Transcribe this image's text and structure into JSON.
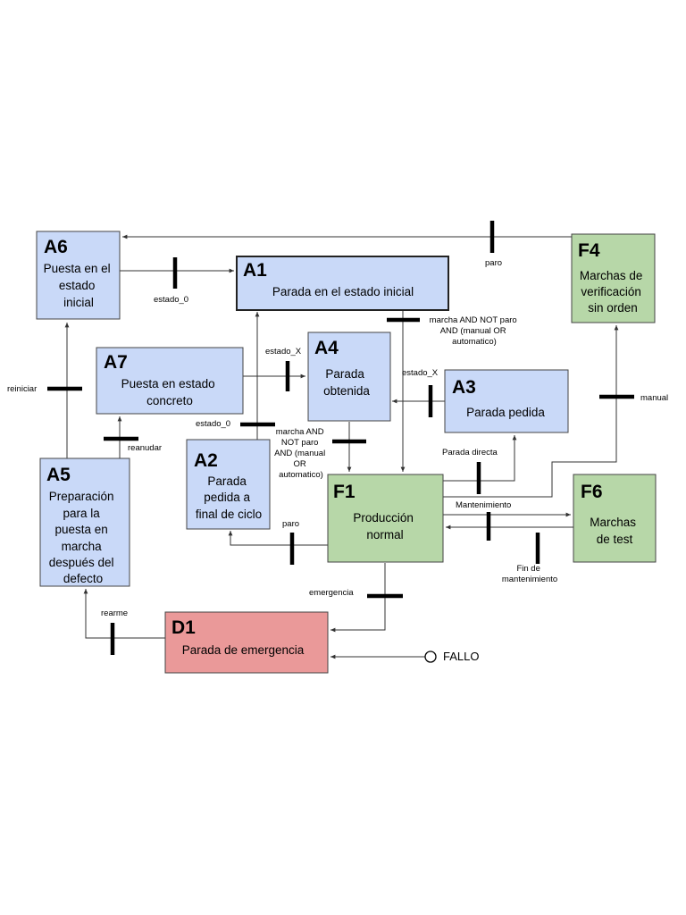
{
  "boxes": {
    "a6": {
      "code": "A6",
      "lines": [
        "Puesta en el",
        "estado",
        "inicial"
      ],
      "fill": "#c9d9f8"
    },
    "a1": {
      "code": "A1",
      "lines": [
        "Parada en el estado inicial"
      ],
      "fill": "#c9d9f8"
    },
    "f4": {
      "code": "F4",
      "lines": [
        "Marchas de",
        "verificación",
        "sin orden"
      ],
      "fill": "#b7d7a8"
    },
    "a7": {
      "code": "A7",
      "lines": [
        "Puesta en estado",
        "concreto"
      ],
      "fill": "#c9d9f8"
    },
    "a4": {
      "code": "A4",
      "lines": [
        "Parada",
        "obtenida"
      ],
      "fill": "#c9d9f8"
    },
    "a3": {
      "code": "A3",
      "lines": [
        "Parada pedida"
      ],
      "fill": "#c9d9f8"
    },
    "a5": {
      "code": "A5",
      "lines": [
        "Preparación",
        "para la",
        "puesta en",
        "marcha",
        "después del",
        "defecto"
      ],
      "fill": "#c9d9f8"
    },
    "a2": {
      "code": "A2",
      "lines": [
        "Parada",
        "pedida a",
        "final de ciclo"
      ],
      "fill": "#c9d9f8"
    },
    "f1": {
      "code": "F1",
      "lines": [
        "Producción",
        "normal"
      ],
      "fill": "#b7d7a8"
    },
    "f6": {
      "code": "F6",
      "lines": [
        "Marchas",
        "de test"
      ],
      "fill": "#b7d7a8"
    },
    "d1": {
      "code": "D1",
      "lines": [
        "Parada de emergencia"
      ],
      "fill": "#ea9999"
    }
  },
  "transitions": {
    "paro_top": "paro",
    "estado_0_a6": "estado_0",
    "marcha_cond": [
      "marcha AND NOT paro",
      "AND (manual OR",
      "automatico)"
    ],
    "estado_x_a7": "estado_X",
    "estado_x_a3": "estado_X",
    "reiniciar": "reiniciar",
    "reanudar": "reanudar",
    "estado_0_a2": "estado_0",
    "marcha_cond2": [
      "marcha AND",
      "NOT paro",
      "AND (manual",
      "OR",
      "automatico)"
    ],
    "parada_directa": "Parada directa",
    "manual": "manual",
    "mantenimiento": "Mantenimiento",
    "paro_f1": "paro",
    "fin_mantenimiento": [
      "Fin de",
      "mantenimiento"
    ],
    "emergencia": "emergencia",
    "rearme": "rearme",
    "fallo": "FALLO"
  }
}
